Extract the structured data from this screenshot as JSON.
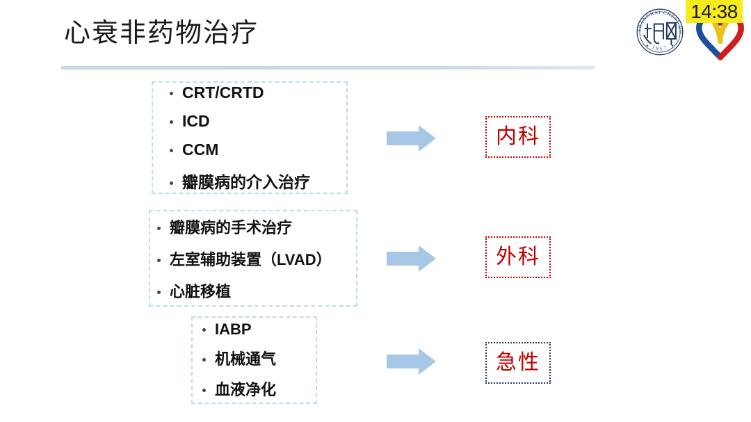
{
  "slide": {
    "title": "心衰非药物治疗",
    "background_color": "#ffffff",
    "rule_color": "#c6d8ea"
  },
  "branding": {
    "hospital_seal": {
      "icon": "hospital-seal-icon",
      "outer_text": "SHANGHAI CHEST HOSPITAL",
      "year": "1957",
      "color": "#1f3864"
    },
    "heart_logo": {
      "icon": "heart-ribbon-logo-icon",
      "colors": [
        "#1f4e9c",
        "#cc1f1f",
        "#e8c216"
      ]
    },
    "clock": {
      "icon": "clock-time-badge",
      "time": "14:38",
      "highlight_color": "#f7eb1e",
      "text_color": "#161616"
    }
  },
  "groups": [
    {
      "id": "medical",
      "box_border_color": "#c2dbe8",
      "items": [
        "CRT/CRTD",
        "ICD",
        "CCM",
        "瓣膜病的介入治疗"
      ],
      "arrow": {
        "icon": "right-arrow-icon",
        "color": "#a7c7e7"
      },
      "label": {
        "text": "内科",
        "text_color": "#c00000",
        "border_color": "#c00000",
        "border_style": "dotted"
      }
    },
    {
      "id": "surgical",
      "box_border_color": "#c2dbe8",
      "items": [
        "瓣膜病的手术治疗",
        "左室辅助装置（LVAD）",
        "心脏移植"
      ],
      "arrow": {
        "icon": "right-arrow-icon",
        "color": "#a7c7e7"
      },
      "label": {
        "text": "外科",
        "text_color": "#c00000",
        "border_color": "#c00000",
        "border_style": "dotted"
      }
    },
    {
      "id": "acute",
      "box_border_color": "#c2dbe8",
      "items": [
        "IABP",
        "机械通气",
        "血液净化"
      ],
      "arrow": {
        "icon": "right-arrow-icon",
        "color": "#a7c7e7"
      },
      "label": {
        "text": "急性",
        "text_color": "#c00000",
        "border_color": "#1f3864",
        "border_style": "dotted"
      }
    }
  ]
}
